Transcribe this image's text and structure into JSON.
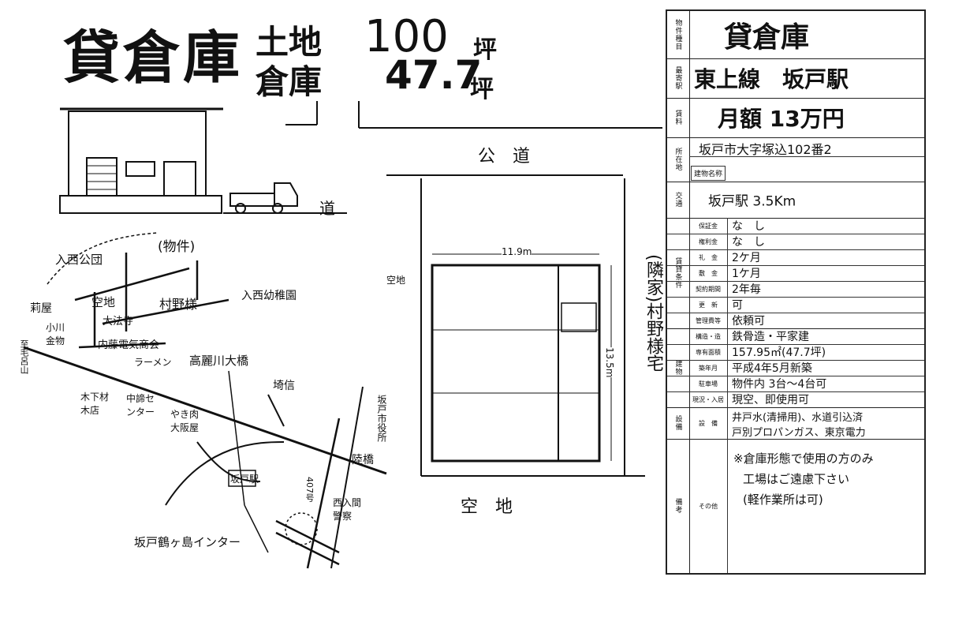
{
  "header": {
    "title": "貸倉庫",
    "land_label": "土地",
    "land_value": "100",
    "land_unit": "坪",
    "warehouse_label": "倉庫",
    "warehouse_value": "47.7",
    "warehouse_unit": "坪"
  },
  "site_plan": {
    "road_top": "公　道",
    "road_left": "道",
    "vacant_left": "空地",
    "vacant_bottom": "空　地",
    "neighbor": "(隣家)村野様宅",
    "width_dim": "11.9m",
    "depth_dim": "13.5m"
  },
  "map": {
    "property": "(物件)",
    "labels": [
      "入西公団",
      "空地",
      "村野様",
      "入西幼稚園",
      "大法寺",
      "莉屋",
      "小川金物",
      "至毛呂山",
      "内藤電気商会",
      "ラーメン",
      "高麗川大橋",
      "木下材木店",
      "中諦センター",
      "やき肉大阪屋",
      "埼信",
      "坂戸市役所",
      "陸橋",
      "坂戸駅",
      "407号",
      "西入間警察",
      "坂戸鶴ヶ島インター"
    ]
  },
  "info": {
    "name_cat": "物件種目",
    "name": "貸倉庫",
    "station_cat": "最寄駅",
    "station": "東上線　坂戸駅",
    "rent_cat": "賃料",
    "rent": "月額 13万円",
    "address_cat": "所在地",
    "address": "坂戸市大字塚込102番2",
    "building_name_label": "建物名称",
    "access_cat": "交通",
    "access": "坂戸駅 3.5Km",
    "terms_cat": "賃貸条件",
    "terms": [
      {
        "label": "保証金",
        "value": "な　し"
      },
      {
        "label": "権利金",
        "value": "な　し"
      },
      {
        "label": "礼　金",
        "value": "2ケ月"
      },
      {
        "label": "敷　金",
        "value": "1ケ月"
      },
      {
        "label": "契約期間",
        "value": "2年毎"
      },
      {
        "label": "更　新",
        "value": "可"
      },
      {
        "label": "管理費等",
        "value": "依頼可"
      }
    ],
    "building_cat": "建物",
    "building": [
      {
        "label": "構造・造",
        "value": "鉄骨造・平家建"
      },
      {
        "label": "専有面積",
        "value": "157.95㎡(47.7坪)"
      },
      {
        "label": "築年月",
        "value": "平成4年5月新築"
      },
      {
        "label": "駐車場",
        "value": "物件内 3台〜4台可"
      },
      {
        "label": "現況・入居",
        "value": "現空、即使用可"
      }
    ],
    "equipment_cat": "設備",
    "equipment_label": "設　備",
    "equipment": [
      "井戸水(清掃用)、水道引込済",
      "戸別プロパンガス、東京電力"
    ],
    "remarks_cat": "備考",
    "remarks_label": "その他",
    "remarks": [
      "※倉庫形態で使用の方のみ",
      "工場はご遠慮下さい",
      "(軽作業所は可)"
    ]
  }
}
